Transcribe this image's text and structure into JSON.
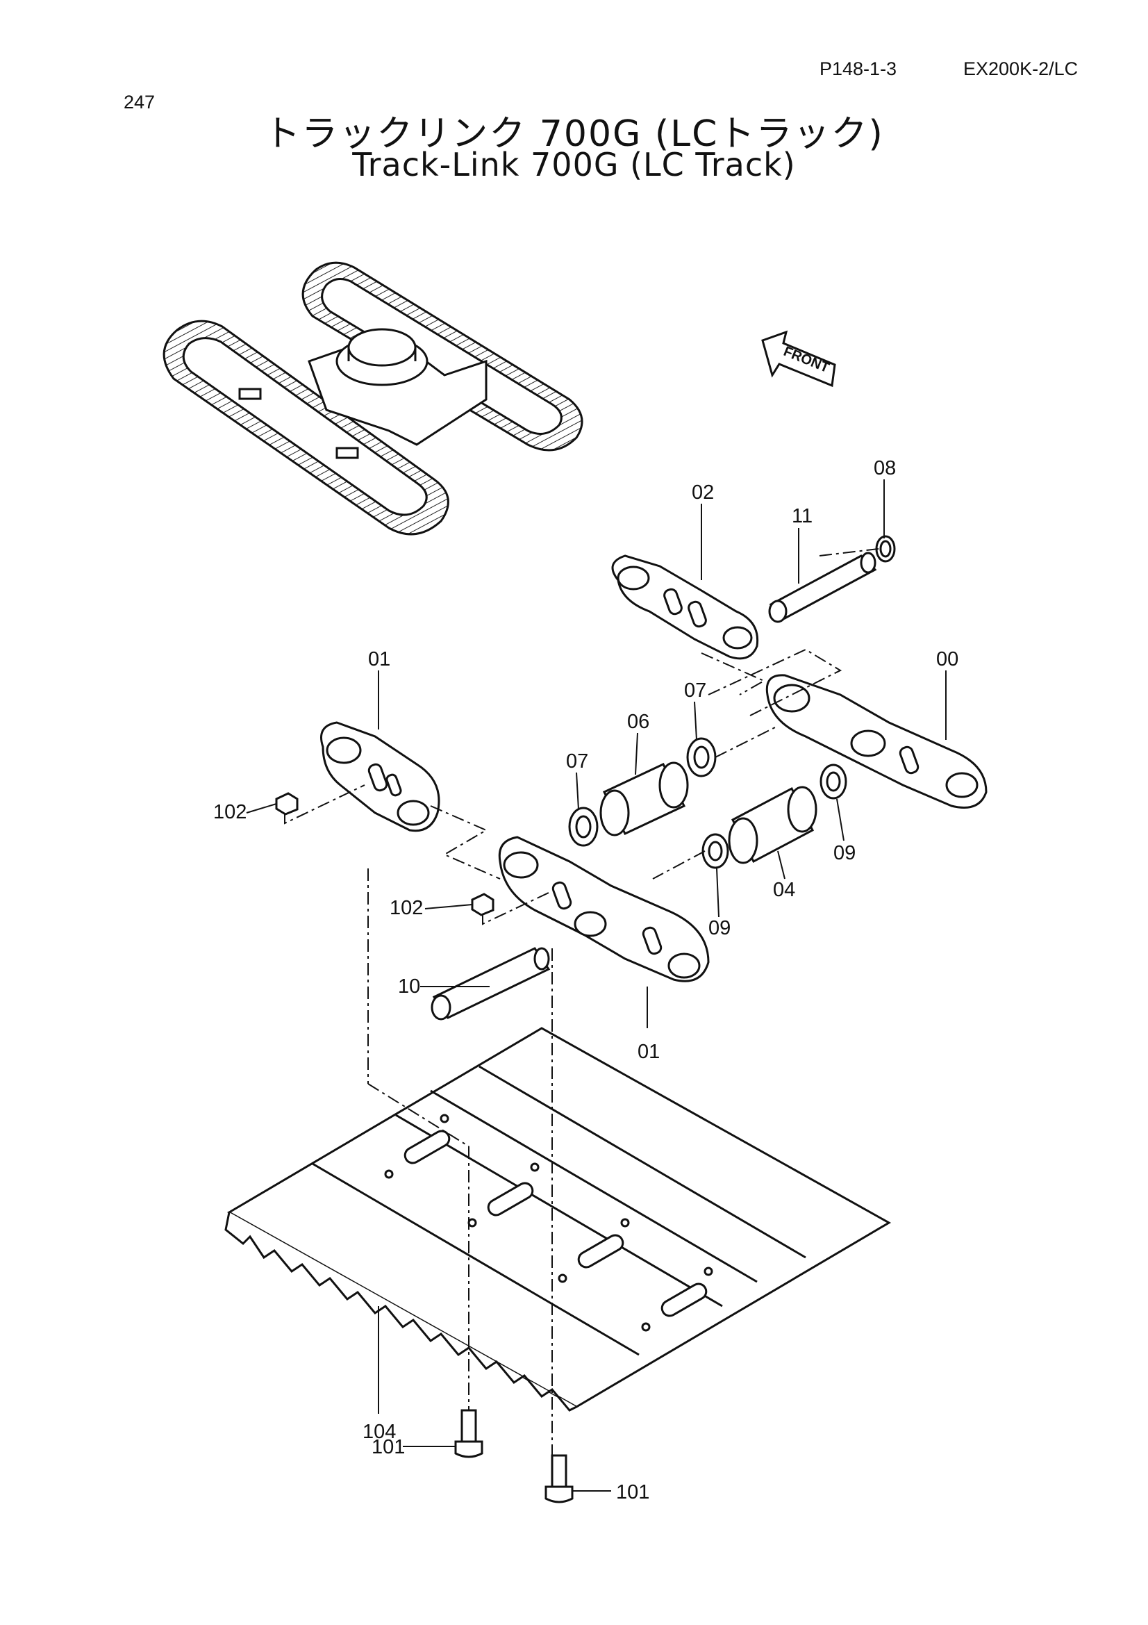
{
  "header": {
    "page_number": "247",
    "page_ref": "P148-1-3",
    "model": "EX200K-2/LC"
  },
  "title": {
    "ja": "トラックリンク 700G (LCトラック)",
    "en": "Track-Link 700G (LC Track)"
  },
  "front_label": "FRONT",
  "callouts": {
    "c00": "00",
    "c01_top": "01",
    "c01_bottom": "01",
    "c02": "02",
    "c04": "04",
    "c06": "06",
    "c07_left": "07",
    "c07_right": "07",
    "c08": "08",
    "c09_left": "09",
    "c09_right": "09",
    "c10": "10",
    "c11": "11",
    "c101_left": "101",
    "c101_right": "101",
    "c102_top": "102",
    "c102_mid": "102",
    "c104": "104"
  }
}
